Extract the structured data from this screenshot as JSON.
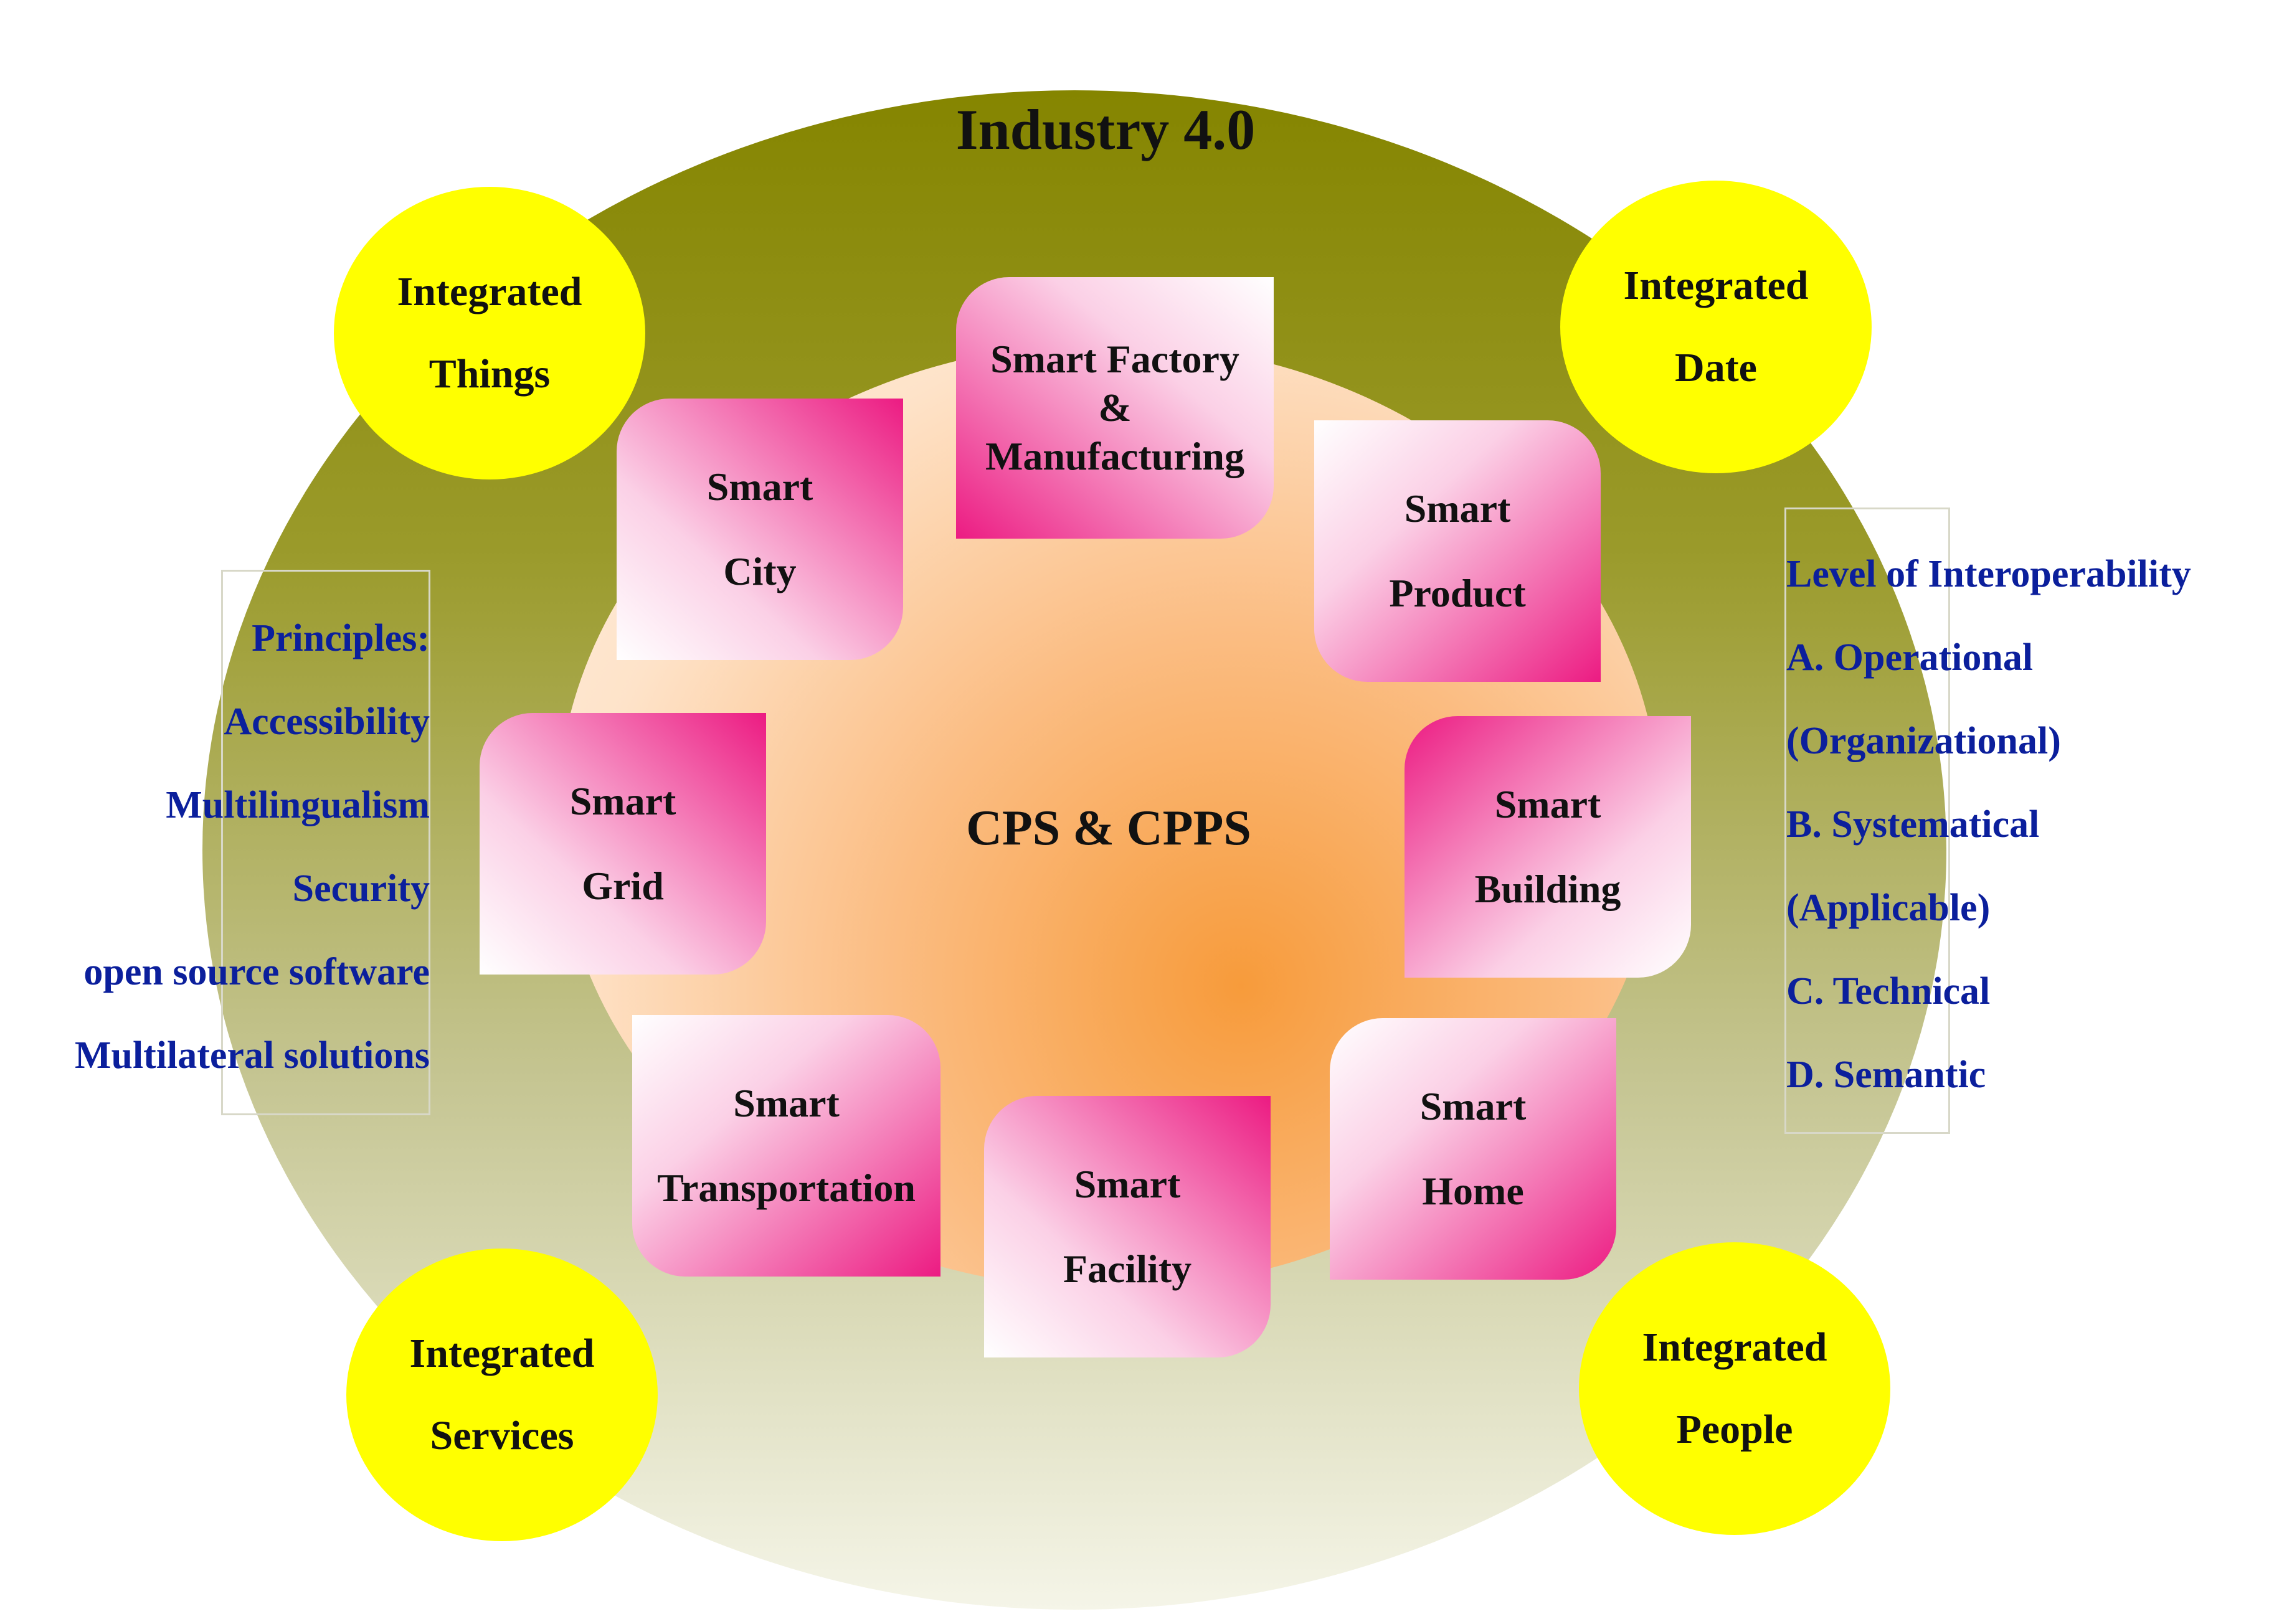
{
  "diagram": {
    "outer_title": "Industry 4.0",
    "inner_title": "CPS & CPPS",
    "corner_badges": {
      "top_left": [
        "Integrated",
        "Things"
      ],
      "top_right": [
        "Integrated",
        "Date"
      ],
      "bottom_left": [
        "Integrated",
        "Services"
      ],
      "bottom_right": [
        "Integrated",
        "People"
      ]
    },
    "smart_tiles": {
      "factory": [
        "Smart Factory",
        "&",
        "Manufacturing"
      ],
      "city": [
        "Smart",
        "City"
      ],
      "product": [
        "Smart",
        "Product"
      ],
      "grid": [
        "Smart",
        "Grid"
      ],
      "building": [
        "Smart",
        "Building"
      ],
      "transportation": [
        "Smart",
        "Transportation"
      ],
      "facility": [
        "Smart",
        "Facility"
      ],
      "home": [
        "Smart",
        "Home"
      ]
    },
    "principles": [
      "Principles:",
      "Accessibility",
      "Multilingualism",
      "Security",
      "open source software",
      "Multilateral solutions"
    ],
    "interoperability_levels": [
      "Level of Interoperability",
      "A. Operational",
      "(Organizational)",
      "B. Systematical",
      "(Applicable)",
      "C. Technical",
      "D. Semantic"
    ],
    "colors": {
      "outer_ring": "#858500",
      "inner_disc": "#f79b3b",
      "badge": "#ffff00",
      "tile_accent": "#ec1b82",
      "side_text": "#0b1f9c"
    }
  }
}
